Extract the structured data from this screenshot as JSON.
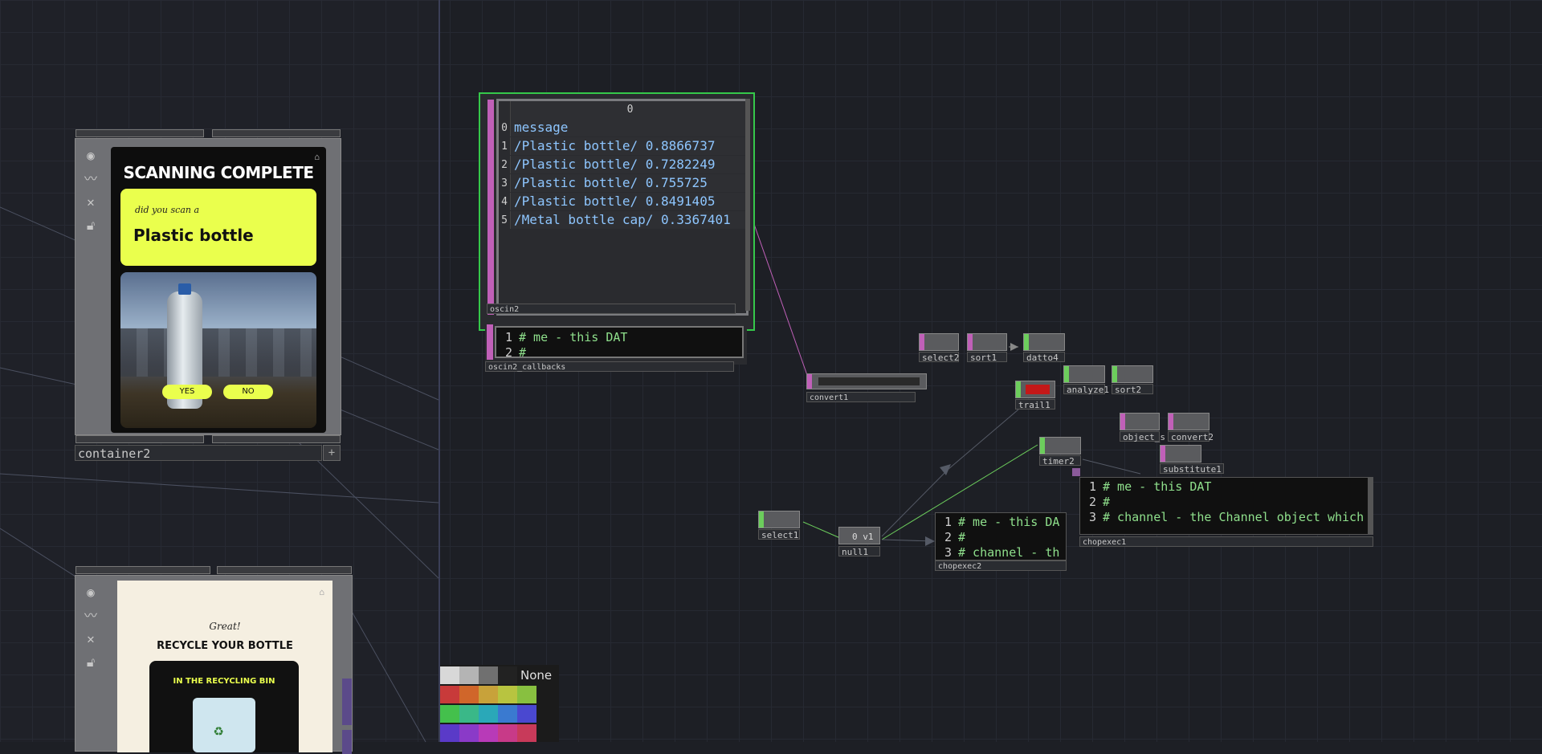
{
  "left_pane": {
    "container2": {
      "label": "container2",
      "title": "SCANNING COMPLETE",
      "question": "did you scan a",
      "item": "Plastic bottle",
      "yes": "YES",
      "no": "NO"
    },
    "container3": {
      "great": "Great!",
      "title": "RECYCLE YOUR BOTTLE",
      "bin": "IN THE RECYCLING BIN"
    }
  },
  "oscin2": {
    "label": "oscin2",
    "header": "0",
    "rows": [
      {
        "i": "0",
        "v": "message"
      },
      {
        "i": "1",
        "v": "/Plastic bottle/ 0.8866737"
      },
      {
        "i": "2",
        "v": "/Plastic bottle/ 0.7282249"
      },
      {
        "i": "3",
        "v": "/Plastic bottle/ 0.755725"
      },
      {
        "i": "4",
        "v": "/Plastic bottle/ 0.8491405"
      },
      {
        "i": "5",
        "v": "/Metal bottle cap/ 0.3367401"
      }
    ]
  },
  "oscin2_callbacks": {
    "label": "oscin2_callbacks",
    "lines": [
      {
        "n": "1",
        "t": "# me - this DAT"
      },
      {
        "n": "2",
        "t": "#"
      }
    ]
  },
  "nodes": {
    "convert1": "convert1",
    "select2": "select2",
    "sort1": "sort1",
    "datto4": "datto4",
    "analyze1": "analyze1",
    "sort2": "sort2",
    "trail1": "trail1",
    "object_s": "object_s",
    "convert2": "convert2",
    "substitute1": "substitute1",
    "timer2": "timer2",
    "select1": "select1",
    "null1": "null1",
    "null1_value": "0 v1"
  },
  "chopexec2": {
    "label": "chopexec2",
    "lines": [
      {
        "n": "1",
        "t": "# me - this DA"
      },
      {
        "n": "2",
        "t": "#"
      },
      {
        "n": "3",
        "t": "# channel - th"
      }
    ]
  },
  "chopexec1": {
    "label": "chopexec1",
    "lines": [
      {
        "n": "1",
        "t": "# me - this DAT"
      },
      {
        "n": "2",
        "t": "#"
      },
      {
        "n": "3",
        "t": "# channel - the Channel object which"
      }
    ]
  },
  "palette": {
    "none_label": "None"
  },
  "colors": {
    "accent_yellow": "#eaff4d",
    "dat_pink": "#c060b8",
    "chop_green": "#6ccd5c",
    "text_blue": "#8ec6ff",
    "code_green": "#8fe08c"
  }
}
